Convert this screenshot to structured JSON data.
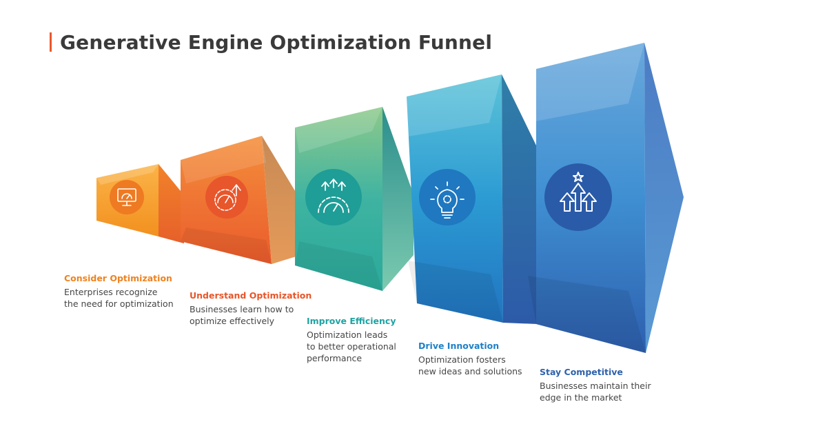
{
  "title": "Generative Engine Optimization Funnel",
  "colors": {
    "accent": "#e8592b",
    "stage1": "#f39a2a",
    "stage2": "#ec6a30",
    "stage3": "#2fb0a0",
    "stage4": "#1e96d0",
    "stage5": "#2e70b8"
  },
  "stages": [
    {
      "heading": "Consider Optimization",
      "description": "Enterprises recognize\nthe need for optimization",
      "icon": "monitor-gauge-icon",
      "color": "#f0821e"
    },
    {
      "heading": "Understand Optimization",
      "description": "Businesses learn how to\noptimize effectively",
      "icon": "gear-gauge-arrow-icon",
      "color": "#e85528"
    },
    {
      "heading": "Improve Efficiency",
      "description": "Optimization leads\nto better operational\nperformance",
      "icon": "gear-arrows-up-icon",
      "color": "#1fa3a3"
    },
    {
      "heading": "Drive Innovation",
      "description": "Optimization fosters\nnew ideas and solutions",
      "icon": "lightbulb-gear-icon",
      "color": "#1d80c8"
    },
    {
      "heading": "Stay Competitive",
      "description": "Businesses maintain their\nedge in the market",
      "icon": "arrows-star-icon",
      "color": "#2d62ac"
    }
  ]
}
